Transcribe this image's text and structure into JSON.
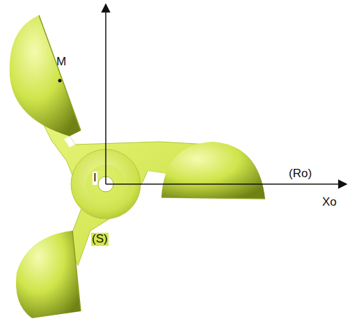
{
  "diagram": {
    "labels": [
      "M",
      "I",
      "(Ro)",
      "Xo",
      "(S)"
    ]
  }
}
